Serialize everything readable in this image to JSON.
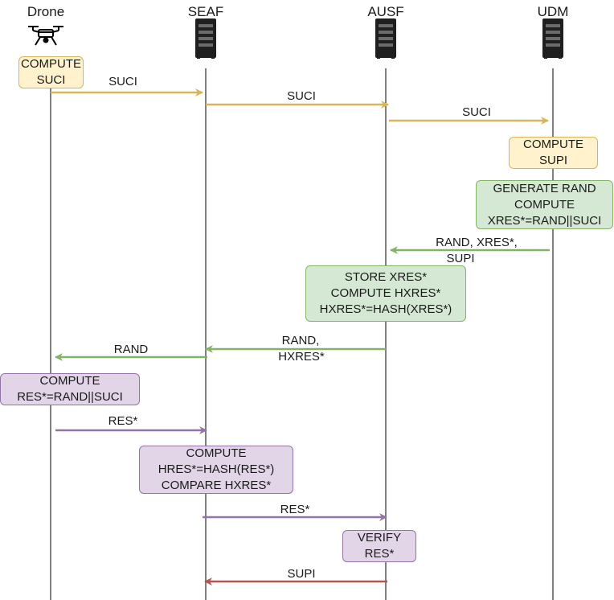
{
  "actors": {
    "drone": "Drone",
    "seaf": "SEAF",
    "ausf": "AUSF",
    "udm": "UDM"
  },
  "colors": {
    "yellow_arrow": "#d6b656",
    "green_arrow": "#82b366",
    "purple_arrow": "#9673a6",
    "red_arrow": "#b85450",
    "lifeline": "#000000"
  },
  "icons": {
    "drone": "drone-icon",
    "server": "server-rack-icon"
  },
  "boxes": {
    "drone_compute_suci": [
      "COMPUTE",
      "SUCI"
    ],
    "udm_compute_supi": [
      "COMPUTE",
      "SUPI"
    ],
    "udm_generate": [
      "GENERATE RAND",
      "COMPUTE",
      "XRES*=RAND||SUCI"
    ],
    "ausf_store": [
      "STORE XRES*",
      "COMPUTE HXRES*",
      "HXRES*=HASH(XRES*)"
    ],
    "drone_compute_res": [
      "COMPUTE",
      "RES*=RAND||SUCI"
    ],
    "seaf_compute": [
      "COMPUTE",
      "HRES*=HASH(RES*)",
      "COMPARE HXRES*"
    ],
    "ausf_verify": [
      "VERIFY",
      "RES*"
    ]
  },
  "messages": {
    "m1": "SUCI",
    "m2": "SUCI",
    "m3": "SUCI",
    "m4": [
      "RAND, XRES*,",
      "SUPI"
    ],
    "m5": [
      "RAND,",
      "HXRES*"
    ],
    "m6": "RAND",
    "m7": "RES*",
    "m8": "RES*",
    "m9": "SUPI"
  }
}
